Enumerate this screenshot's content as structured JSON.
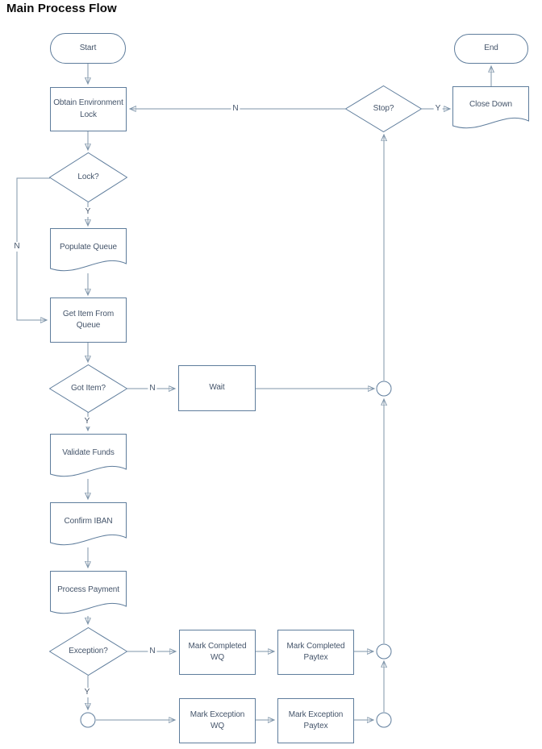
{
  "title": "Main Process Flow",
  "colors": {
    "background": "#FFFFFF",
    "shape_border": "#5F7D9C",
    "connector_line": "#7F95AA",
    "arrowhead": "#2F5273",
    "label_text": "#44546A",
    "title_text": "#0B0B0B"
  },
  "nodes": {
    "start": {
      "label": "Start",
      "type": "terminator"
    },
    "obtain_environment_lock": {
      "label": "Obtain Environment Lock",
      "type": "process"
    },
    "lock_decision": {
      "label": "Lock?",
      "type": "decision"
    },
    "populate_queue": {
      "label": "Populate Queue",
      "type": "document"
    },
    "get_item_from_queue": {
      "label": "Get Item From Queue",
      "type": "process"
    },
    "got_item_decision": {
      "label": "Got Item?",
      "type": "decision"
    },
    "wait": {
      "label": "Wait",
      "type": "process"
    },
    "validate_funds": {
      "label": "Validate Funds",
      "type": "document"
    },
    "confirm_iban": {
      "label": "Confirm IBAN",
      "type": "document"
    },
    "process_payment": {
      "label": "Process Payment",
      "type": "document"
    },
    "exception_decision": {
      "label": "Exception?",
      "type": "decision"
    },
    "mark_completed_wq": {
      "label": "Mark Completed WQ",
      "type": "process"
    },
    "mark_completed_paytex": {
      "label": "Mark Completed Paytex",
      "type": "process"
    },
    "mark_exception_wq": {
      "label": "Mark Exception WQ",
      "type": "process"
    },
    "mark_exception_paytex": {
      "label": "Mark Exception Paytex",
      "type": "process"
    },
    "stop_decision": {
      "label": "Stop?",
      "type": "decision"
    },
    "close_down": {
      "label": "Close Down",
      "type": "document"
    },
    "end": {
      "label": "End",
      "type": "terminator"
    }
  },
  "edge_labels": {
    "lock_yes": "Y",
    "lock_no": "N",
    "got_item_yes": "Y",
    "got_item_no": "N",
    "exception_yes": "Y",
    "exception_no": "N",
    "stop_yes": "Y",
    "stop_no": "N"
  }
}
